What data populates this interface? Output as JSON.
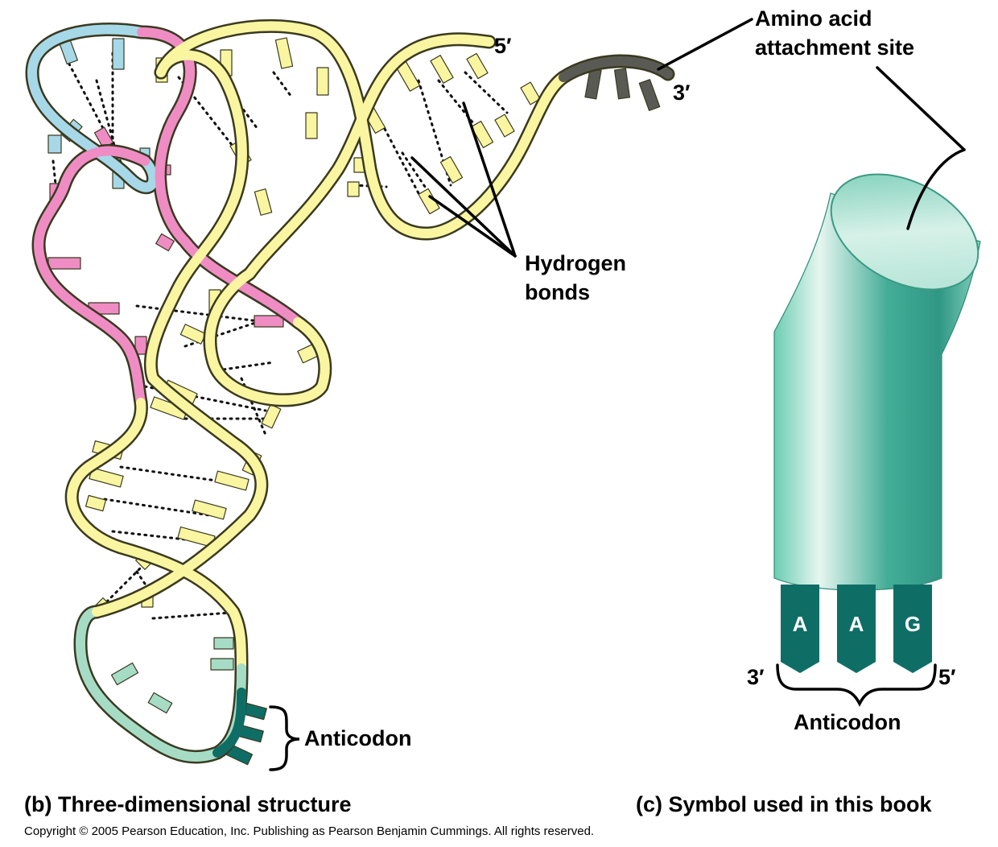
{
  "panel_b": {
    "caption": "(b) Three-dimensional structure",
    "end_5": "5′",
    "end_3": "3′",
    "label_amino": [
      "Amino acid",
      "attachment site"
    ],
    "label_hbonds": [
      "Hydrogen",
      "bonds"
    ],
    "label_anticodon": "Anticodon"
  },
  "panel_c": {
    "caption": "(c) Symbol used in this book",
    "bases": [
      "A",
      "A",
      "G"
    ],
    "end_3": "3′",
    "end_5": "5′",
    "label_anticodon": "Anticodon"
  },
  "copyright": "Copyright ©  2005 Pearson Education, Inc. Publishing as Pearson Benjamin Cummings. All rights reserved.",
  "colors": {
    "strand_yellow": "#faf5a0",
    "strand_pink": "#f08cc4",
    "strand_blue": "#a6d8e8",
    "strand_green": "#a6dcc6",
    "anticodon_teal": "#0e6e66",
    "acceptor_gray": "#5a5a55",
    "symbol_body": "#5fc0a8"
  }
}
